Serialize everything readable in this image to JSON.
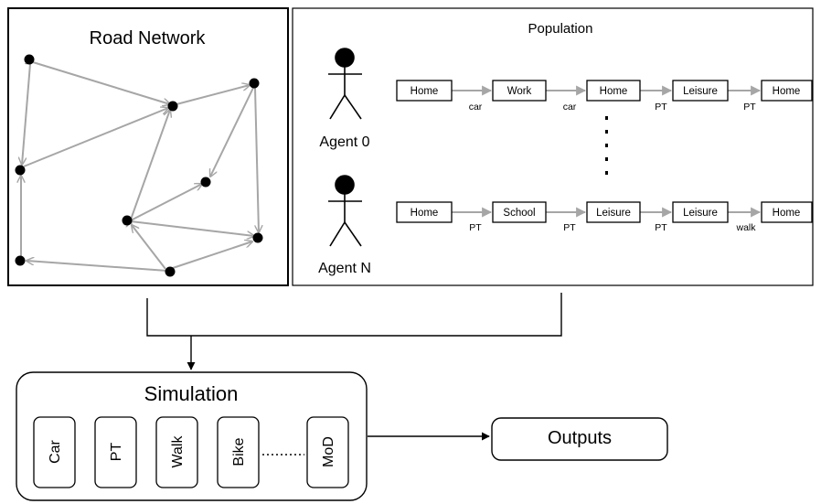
{
  "road_network": {
    "title": "Road Network"
  },
  "population": {
    "title": "Population",
    "agents": [
      {
        "name": "Agent 0",
        "activities": [
          "Home",
          "Work",
          "Home",
          "Leisure",
          "Home"
        ],
        "modes": [
          "car",
          "car",
          "PT",
          "PT"
        ]
      },
      {
        "name": "Agent N",
        "activities": [
          "Home",
          "School",
          "Leisure",
          "Leisure",
          "Home"
        ],
        "modes": [
          "PT",
          "PT",
          "PT",
          "walk"
        ]
      }
    ]
  },
  "simulation": {
    "title": "Simulation",
    "modules": [
      "Car",
      "PT",
      "Walk",
      "Bike",
      "MoD"
    ]
  },
  "outputs": {
    "label": "Outputs"
  },
  "colors": {
    "edge": "#a6a6a6",
    "node": "#000000",
    "stroke": "#000000"
  }
}
